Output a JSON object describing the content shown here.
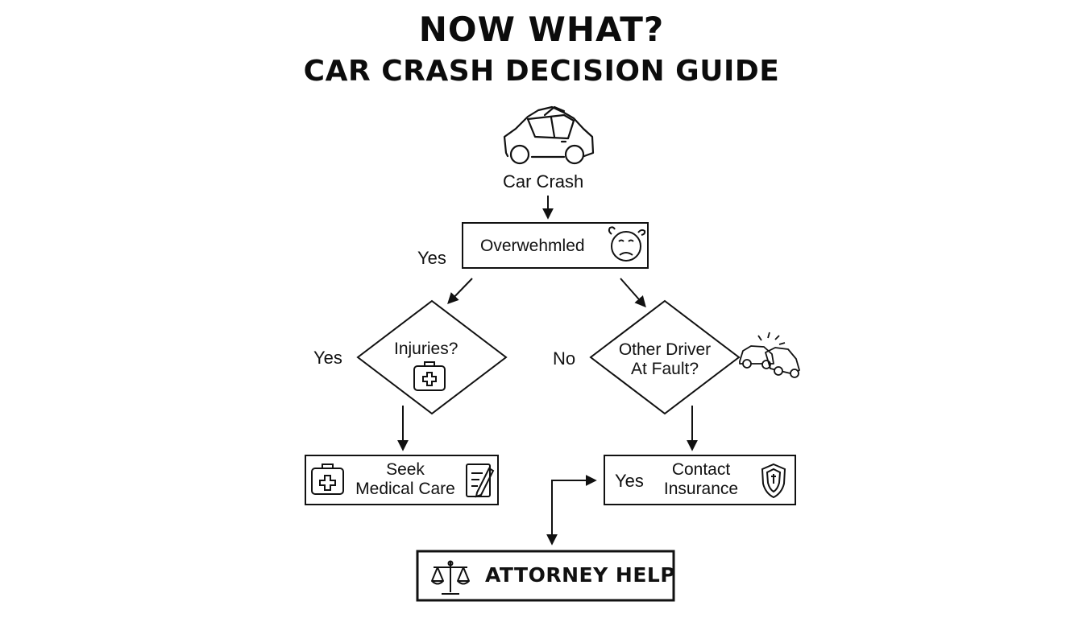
{
  "title": {
    "line1": "NOW WHAT?",
    "line2": "CAR CRASH DECISION GUIDE"
  },
  "nodes": {
    "start": {
      "label": "Car Crash",
      "icon": "wrecked-car-icon"
    },
    "overwhelmed": {
      "label": "Overwehmled",
      "icon": "stressed-face-icon"
    },
    "injuries": {
      "label": "Injuries?",
      "icon": "first-aid-kit-icon"
    },
    "fault": {
      "label_line1": "Other Driver",
      "label_line2": "At Fault?",
      "icon": "car-collision-icon"
    },
    "medical": {
      "label_line1": "Seek",
      "label_line2": "Medical Care",
      "icon_left": "first-aid-kit-icon",
      "icon_right": "clipboard-form-icon"
    },
    "insurance": {
      "label_line1": "Contact",
      "label_line2": "Insurance",
      "yes_label": "Yes",
      "icon": "shield-cross-icon"
    },
    "attorney": {
      "label": "ATTORNEY HELP",
      "icon": "scales-of-justice-icon"
    }
  },
  "edge_labels": {
    "yes_top": "Yes",
    "yes_left": "Yes",
    "no_right": "No"
  }
}
